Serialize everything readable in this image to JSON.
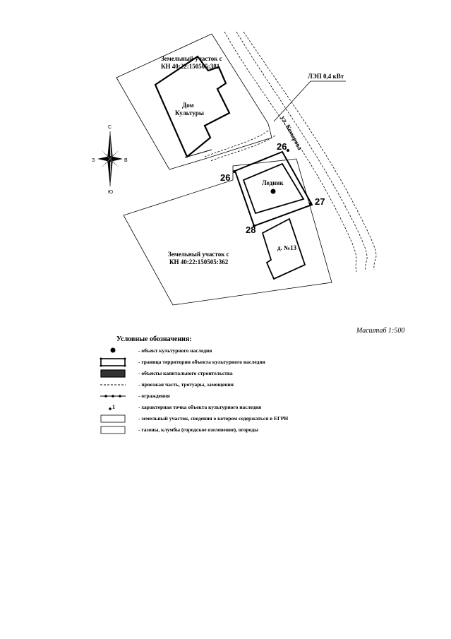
{
  "map": {
    "plot_north": {
      "line1": "Земельный участок с",
      "line2": "КН 40:22:150505:381"
    },
    "dom_kultury": {
      "line1": "Дом",
      "line2": "Культуры"
    },
    "power_line": "ЛЭП 0,4 кВт",
    "street": "ул. Комарова",
    "lednik": "Ледник",
    "house13": "д. №13",
    "plot_south": {
      "line1": "Земельный участок с",
      "line2": "КН 40:22:150505:362"
    },
    "points": [
      "26",
      "26",
      "27",
      "28"
    ],
    "compass": {
      "n": "С",
      "s": "Ю",
      "w": "З",
      "e": "В"
    }
  },
  "scale_label": "Масштаб 1:500",
  "legend": {
    "title": "Условные обозначения:",
    "items": [
      {
        "symbol": "heritage-object-icon",
        "text": "- объект культурного наследия"
      },
      {
        "symbol": "heritage-boundary-icon",
        "text": "- граница территории объекта культурного наследия"
      },
      {
        "symbol": "capital-building-icon",
        "text": "- объекты капитального строительства"
      },
      {
        "symbol": "roadway-icon",
        "text": "- проезжая часть, тротуары, замощения"
      },
      {
        "symbol": "fence-icon",
        "text": "- ограждения"
      },
      {
        "symbol": "characteristic-point-icon",
        "label": "1",
        "text": "- характерная точка объекта культурного наследия"
      },
      {
        "symbol": "land-plot-icon",
        "text": "- земельный участок, сведения о котором содержаться в ЕГРН"
      },
      {
        "symbol": "lawn-icon",
        "text": "- газоны, клумбы (городское озеленение), огороды"
      }
    ]
  }
}
